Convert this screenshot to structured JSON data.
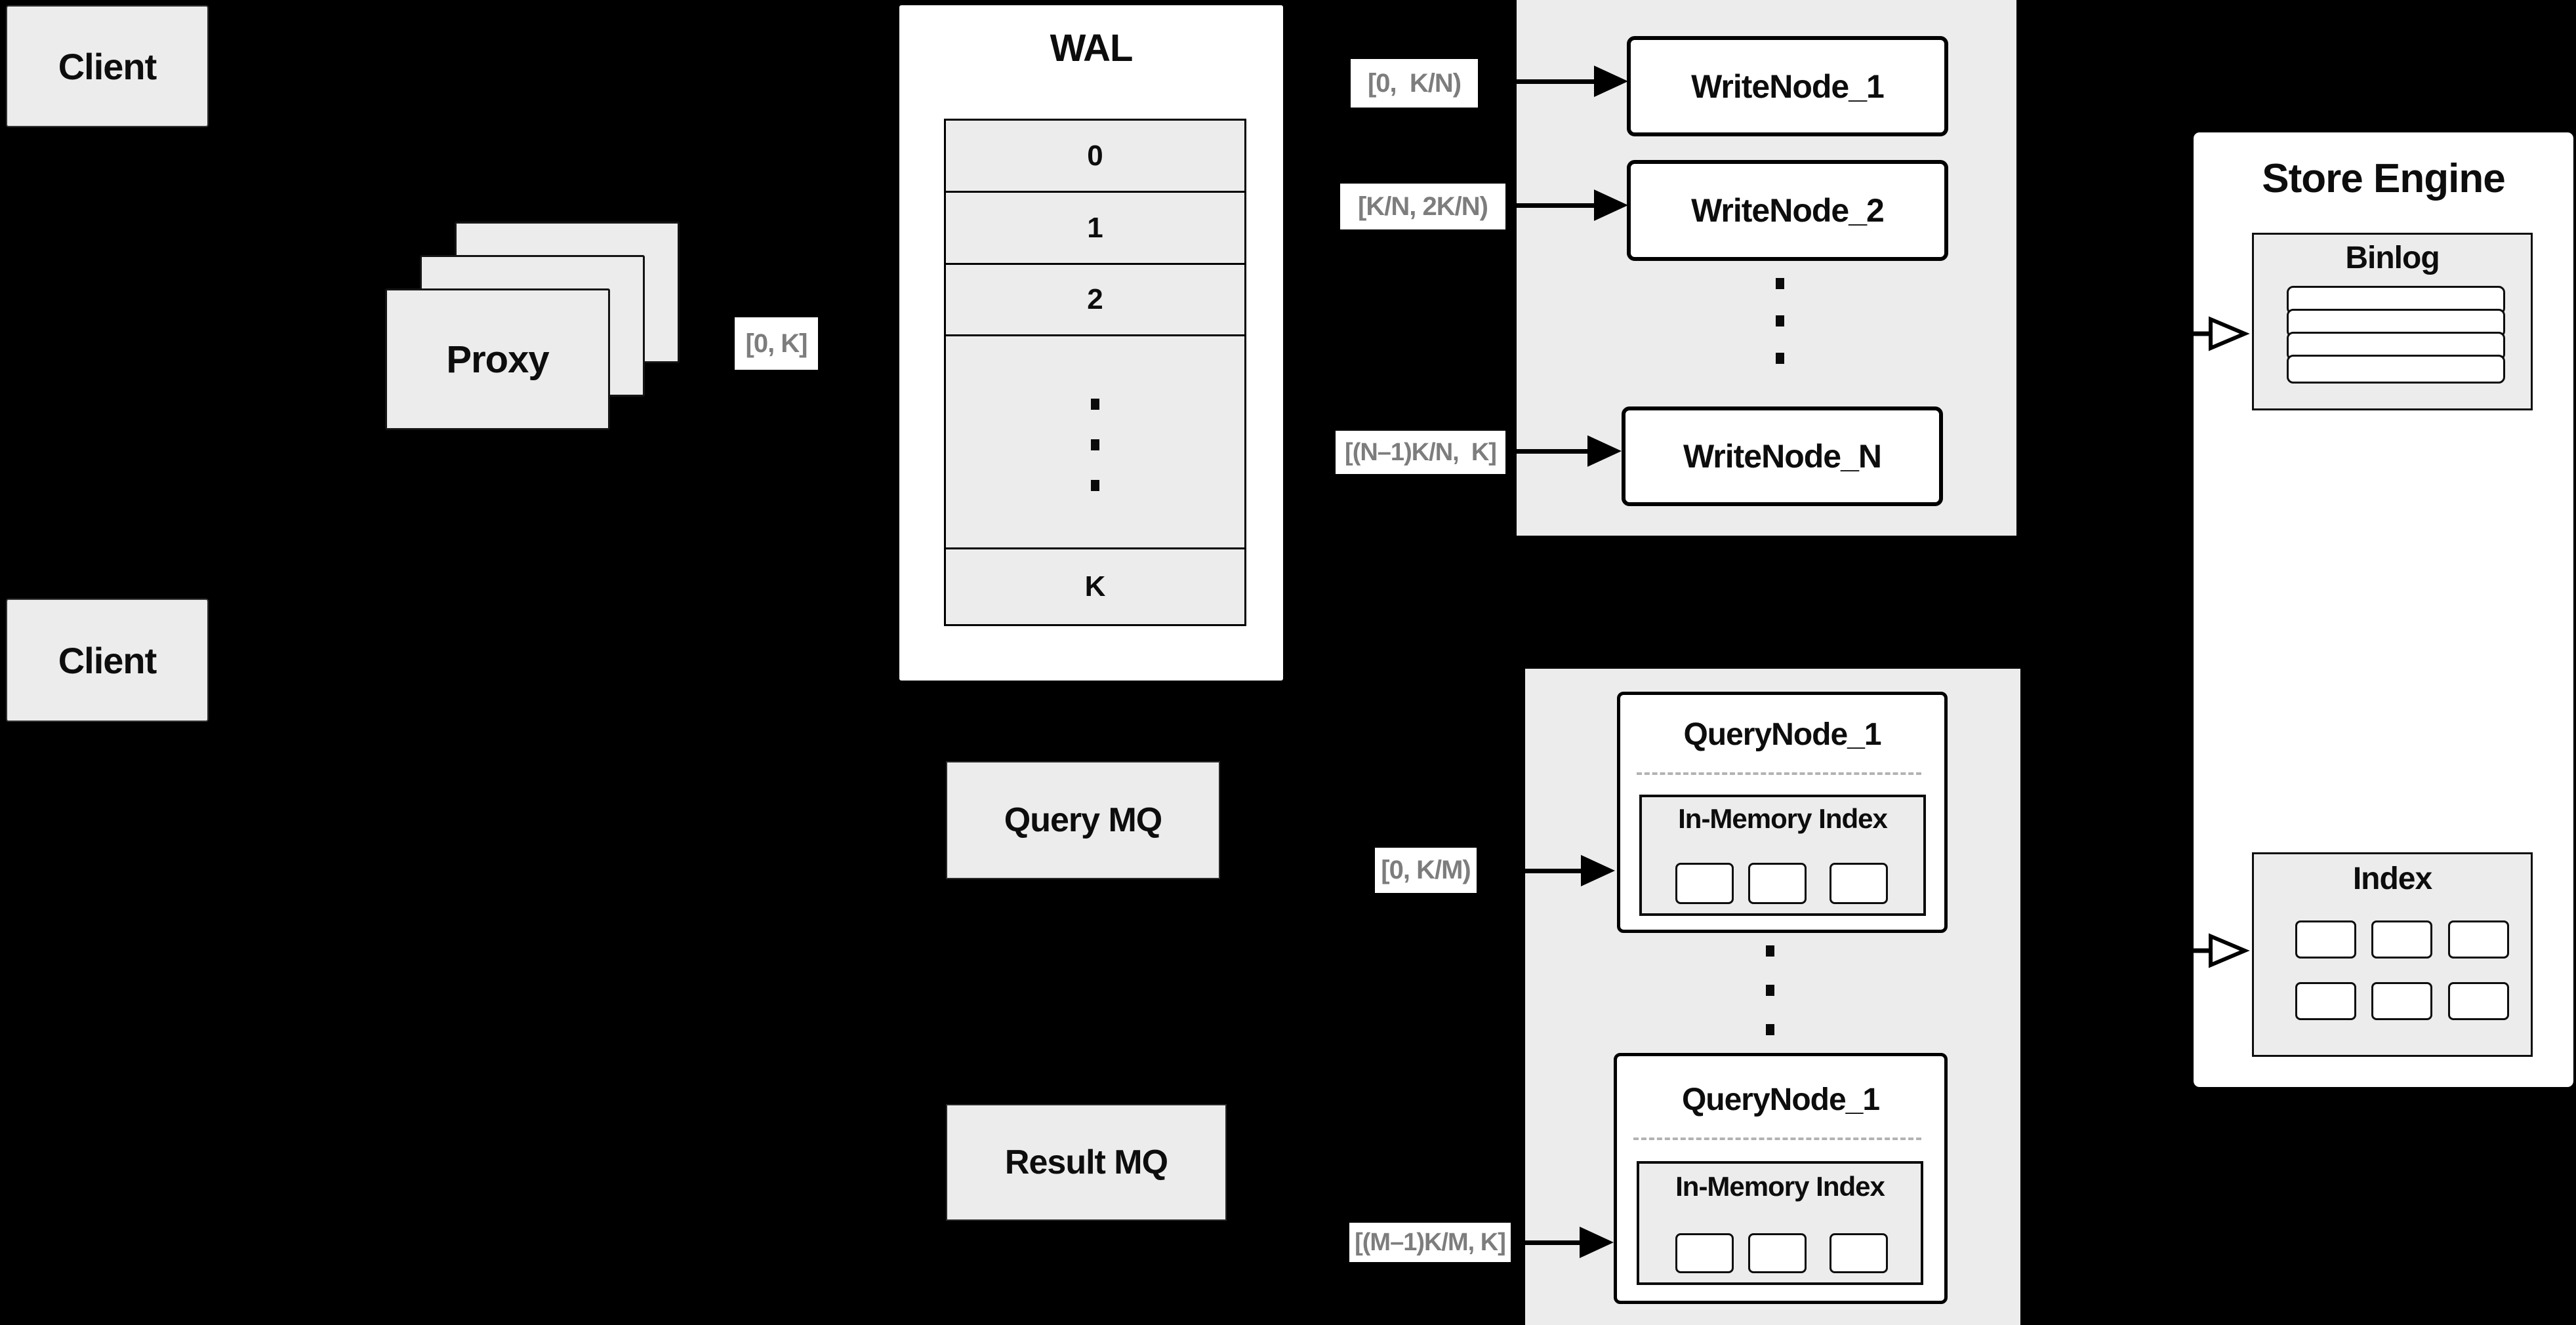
{
  "nodes": {
    "client_top": "Client",
    "client_bottom": "Client",
    "proxy": "Proxy",
    "wal": {
      "title": "WAL",
      "rows": [
        "0",
        "1",
        "2"
      ],
      "last_row": "K"
    },
    "write_nodes": [
      "WriteNode_1",
      "WriteNode_2",
      "WriteNode_N"
    ],
    "query_mq": "Query MQ",
    "result_mq": "Result MQ",
    "query_node_top": {
      "title": "QueryNode_1",
      "inner_title": "In-Memory Index"
    },
    "query_node_bottom": {
      "title": "QueryNode_1",
      "inner_title": "In-Memory Index"
    },
    "store_engine": {
      "title": "Store Engine",
      "binlog_title": "Binlog",
      "index_title": "Index"
    }
  },
  "labels": {
    "proxy_range": "[0, K]",
    "write_range_1": "[0,  K/N)",
    "write_range_2": "[K/N, 2K/N)",
    "write_range_n": "[(N–1)K/N,  K]",
    "query_range_1": "[0, K/M)",
    "query_range_m": "[(M–1)K/M, K]"
  },
  "colors": {
    "background": "#000000",
    "panel_gray": "#ececec",
    "node_white": "#ffffff",
    "border_black": "#0d0d0d",
    "label_text_gray": "#7d7d7d",
    "text_black": "#0d0d0d"
  }
}
